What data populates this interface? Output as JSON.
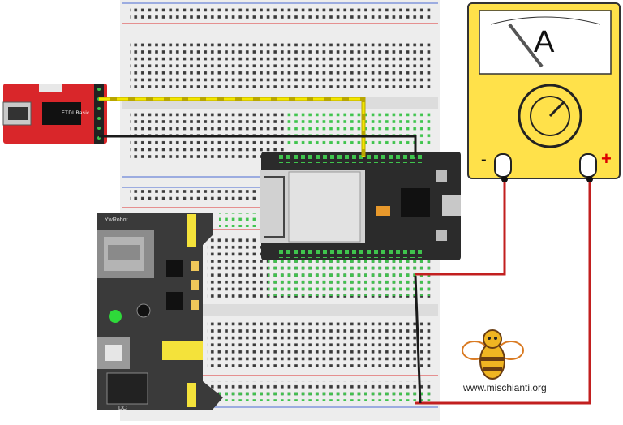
{
  "meter": {
    "letter": "A",
    "minus": "-",
    "plus": "+"
  },
  "site": {
    "url": "www.mischianti.org"
  },
  "ftdi": {
    "label": "FTDI Basic"
  },
  "psu": {
    "brand": "YwRobot",
    "dc": "DC"
  },
  "colors": {
    "meter_body": "#ffe14a",
    "breadboard": "#ededed",
    "esp_board": "#2b2b2b",
    "ftdi_board": "#d9262a",
    "psu_board": "#3a3a3a",
    "wire_red": "#c21f1f",
    "wire_black": "#1a1a1a",
    "wire_yellow": "#f2e600",
    "hole_green": "#3fc44d"
  }
}
